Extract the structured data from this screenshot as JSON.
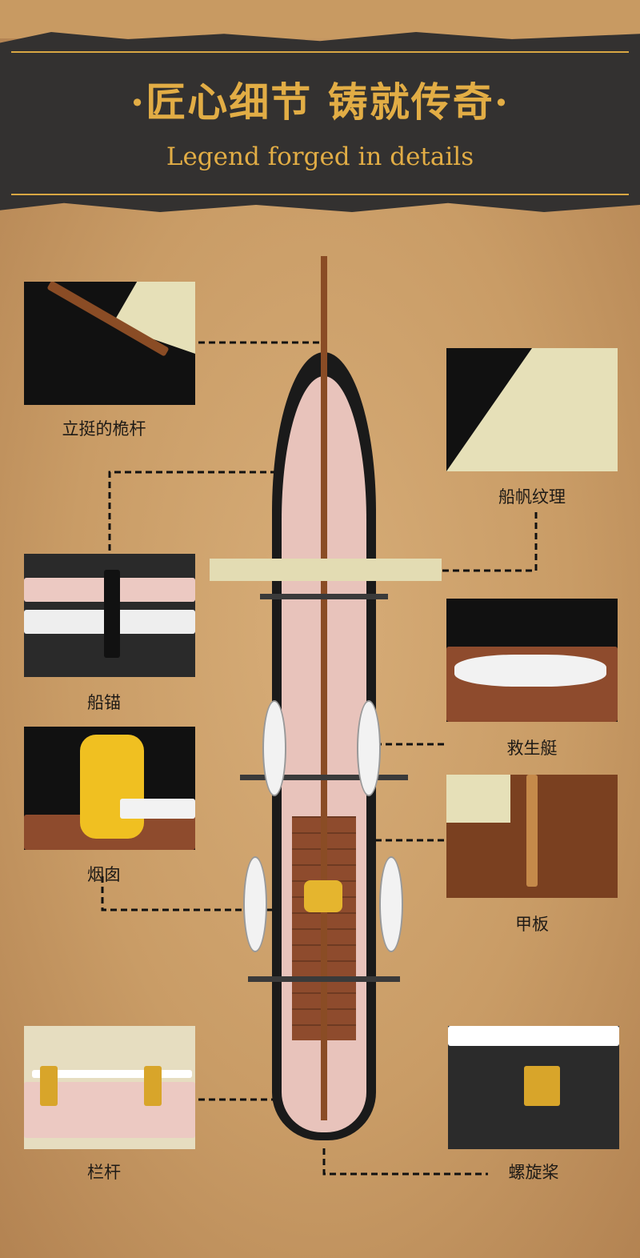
{
  "header": {
    "title": "·匠心细节 铸就传奇·",
    "subtitle": "Legend forged in details"
  },
  "features": [
    {
      "label": "立挺的桅杆"
    },
    {
      "label": "船帆纹理"
    },
    {
      "label": "船锚"
    },
    {
      "label": "救生艇"
    },
    {
      "label": "烟囱"
    },
    {
      "label": "甲板"
    },
    {
      "label": "栏杆"
    },
    {
      "label": "螺旋桨"
    }
  ],
  "colors": {
    "header_bg": "#333130",
    "accent": "#e2ad45",
    "paper": "#c99c66"
  }
}
